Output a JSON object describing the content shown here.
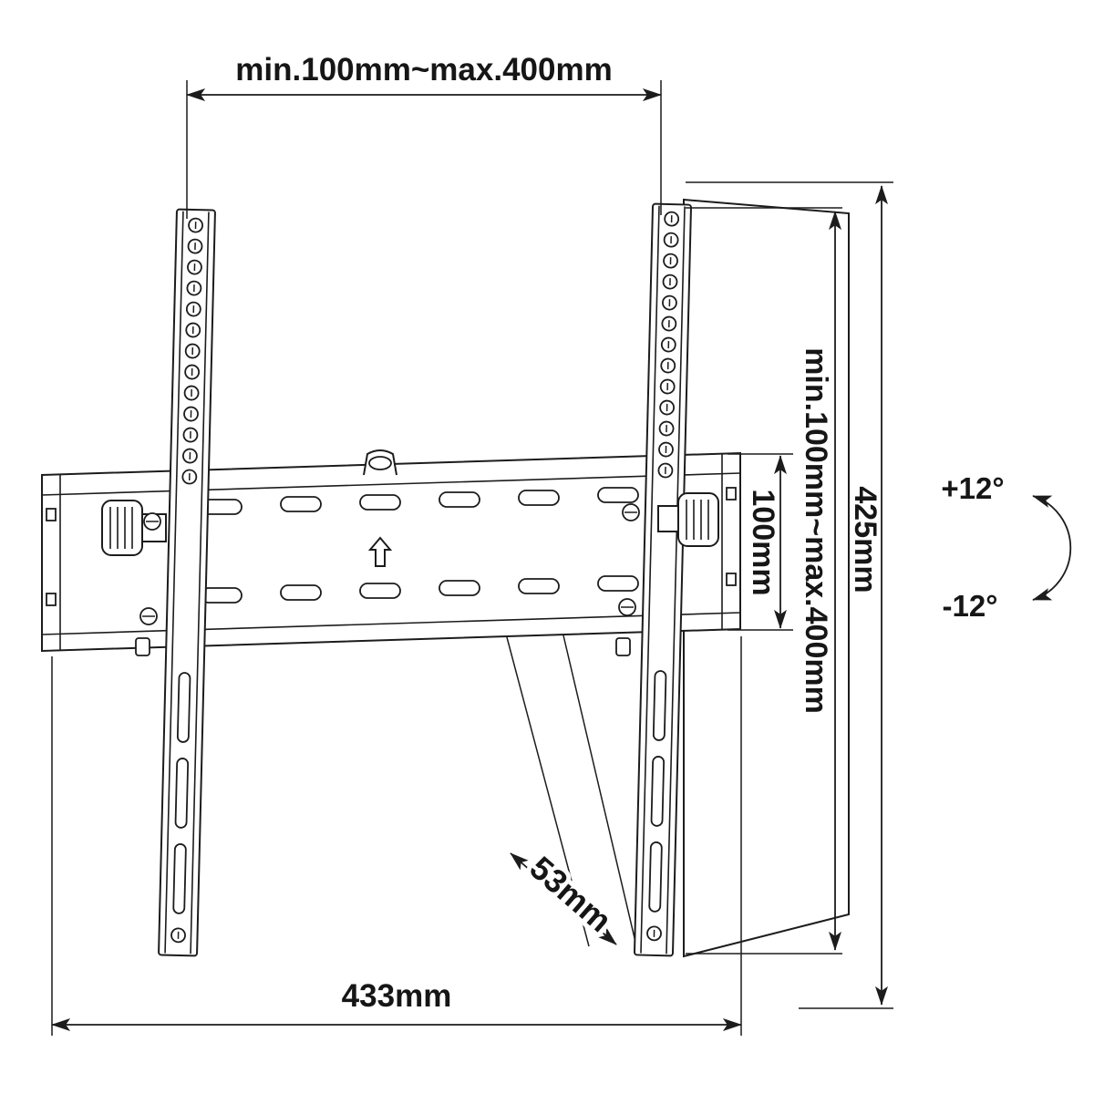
{
  "diagram": {
    "type": "technical-drawing",
    "subject": "tilting-tv-wall-mount-dimension-diagram",
    "colors": {
      "line": "#1c1c1c",
      "background": "#ffffff"
    },
    "dimensions": {
      "top_width": "min.100mm~max.400mm",
      "vesa_height": "min.100mm~max.400mm",
      "plate_height": "100mm",
      "total_height": "425mm",
      "depth": "53mm",
      "total_width": "433mm",
      "tilt_up": "+12°",
      "tilt_down": "-12°"
    }
  }
}
